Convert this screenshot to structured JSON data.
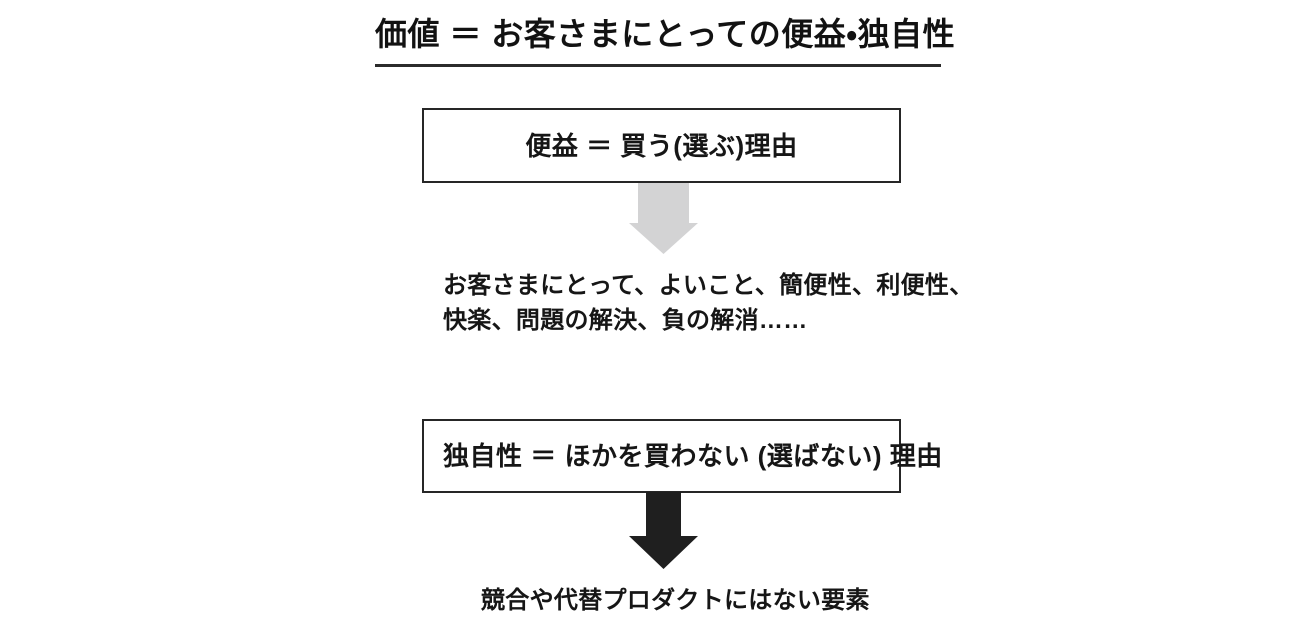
{
  "page": {
    "background_color": "#ffffff",
    "text_color": "#161616"
  },
  "title": {
    "text": "価値 ＝ お客さまにとっての便益・独自性",
    "rule_color": "#2b2b2b"
  },
  "benefit_box": {
    "text": "便益 ＝ 買う(選ぶ)理由",
    "border_color": "#262626"
  },
  "benefit_arrow": {
    "icon": "down-arrow-icon",
    "color": "#d3d3d4"
  },
  "benefit_detail": {
    "line1": "お客さまにとって、よいこと、簡便性、利便性、",
    "line2": "快楽、問題の解決、負の解消……"
  },
  "uniqueness_box": {
    "text": "独自性 ＝ ほかを買わない (選ばない) 理由",
    "border_color": "#262626"
  },
  "uniqueness_arrow": {
    "icon": "down-arrow-icon",
    "color": "#1f1f1f"
  },
  "uniqueness_detail": {
    "text": "競合や代替プロダクトにはない要素"
  }
}
